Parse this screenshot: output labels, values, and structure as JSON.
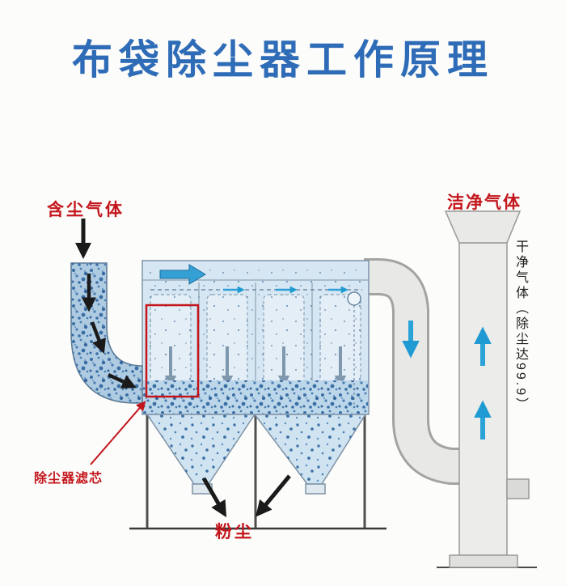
{
  "title": "布袋除尘器工作原理",
  "labels": {
    "inlet_gas": "含尘气体",
    "clean_gas": "洁净气体",
    "side_note": "干净气体（除尘达99.9）",
    "filter_element": "除尘器滤芯",
    "dust": "粉尘"
  },
  "colors": {
    "title_blue": "#2f6cb7",
    "label_red": "#c3161c",
    "flow_arrow_blue": "#2a9fd4",
    "chamber_blue": "#d6e7f3",
    "dust_speckle_blue": "#3a6fa5",
    "duct_gray": "#e8e8e6"
  }
}
